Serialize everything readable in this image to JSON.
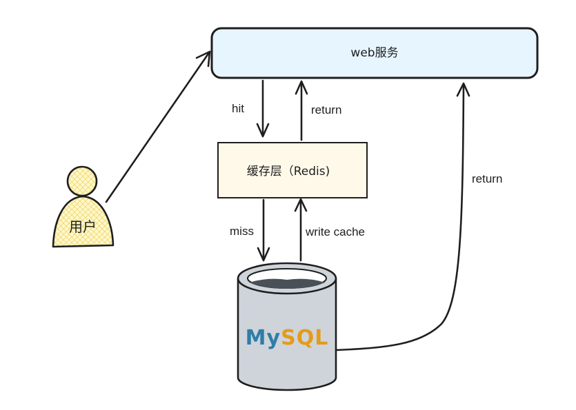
{
  "nodes": {
    "web_service": "web服务",
    "cache_layer": "缓存层（Redis)",
    "user": "用户",
    "database": {
      "logo_my": "My",
      "logo_sql": "SQL"
    }
  },
  "edges": {
    "hit": "hit",
    "cache_return": "return",
    "miss": "miss",
    "write_cache": "write cache",
    "db_return": "return"
  },
  "colors": {
    "web_fill": "#e7f5ff",
    "cache_fill": "#fff9ea",
    "db_fill": "#ced4da",
    "db_top": "#495057",
    "user_fill": "#ffec99",
    "stroke": "#1e1e1e",
    "mysql_blue": "#2f7da8",
    "mysql_orange": "#e59b1a"
  }
}
